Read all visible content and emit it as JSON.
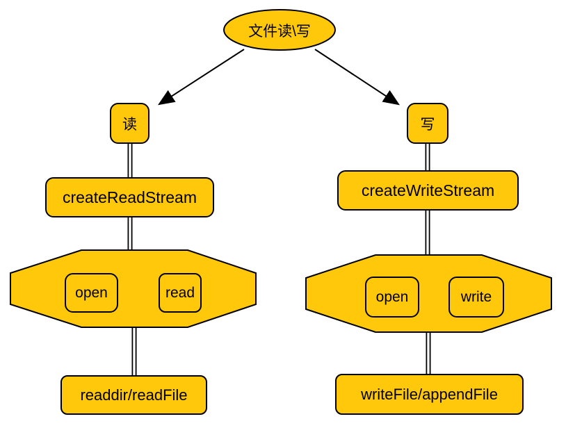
{
  "diagram": {
    "background_color": "#ffffff",
    "node_fill_color": "#FFC80A",
    "node_stroke_color": "#000000",
    "root": {
      "label": "文件读\\写"
    },
    "read_branch": {
      "head": "读",
      "stream": "createReadStream",
      "ops": [
        "open",
        "read"
      ],
      "files": "readdir/readFile"
    },
    "write_branch": {
      "head": "写",
      "stream": "createWriteStream",
      "ops": [
        "open",
        "write"
      ],
      "files": "writeFile/appendFile"
    }
  }
}
